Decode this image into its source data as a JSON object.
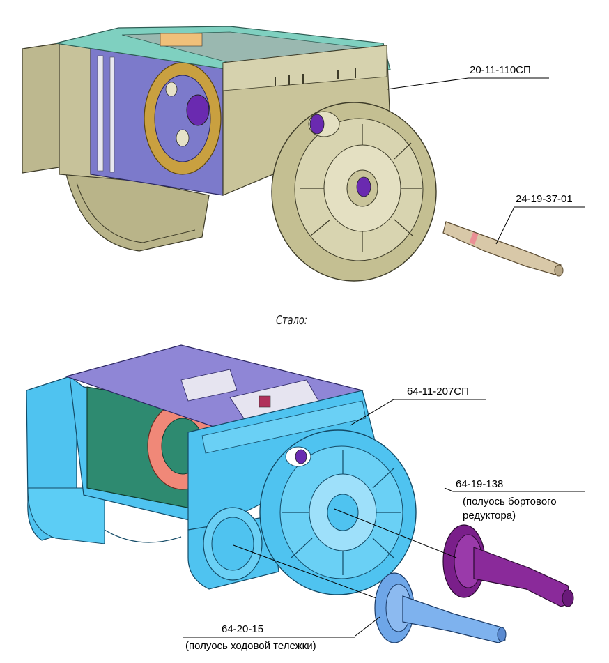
{
  "caption_after": "Стало:",
  "top_assembly": {
    "callouts": [
      {
        "code": "20-11-110СП"
      },
      {
        "code": "24-19-37-01"
      }
    ]
  },
  "bottom_assembly": {
    "callouts": [
      {
        "code": "64-11-207СП"
      },
      {
        "code": "64-19-138",
        "note_line1": "(полуось бортового",
        "note_line2": "редуктора)"
      },
      {
        "code": "64-20-15",
        "note_line1": "(полуось ходовой тележки)"
      }
    ]
  },
  "colors": {
    "old_body": "#c9c49a",
    "old_body_dark": "#8f8a5e",
    "old_side_plate": "#7a78c8",
    "old_top": "#7fd0c0",
    "old_ring": "#c9a040",
    "new_body": "#4fc3f0",
    "new_body_dark": "#2a8fc9",
    "new_top": "#8f86d6",
    "new_green": "#2e8a70",
    "new_salmon": "#f08878",
    "new_shaft_purple": "#8a2a9a",
    "new_shaft_blue": "#6ea6e8"
  }
}
